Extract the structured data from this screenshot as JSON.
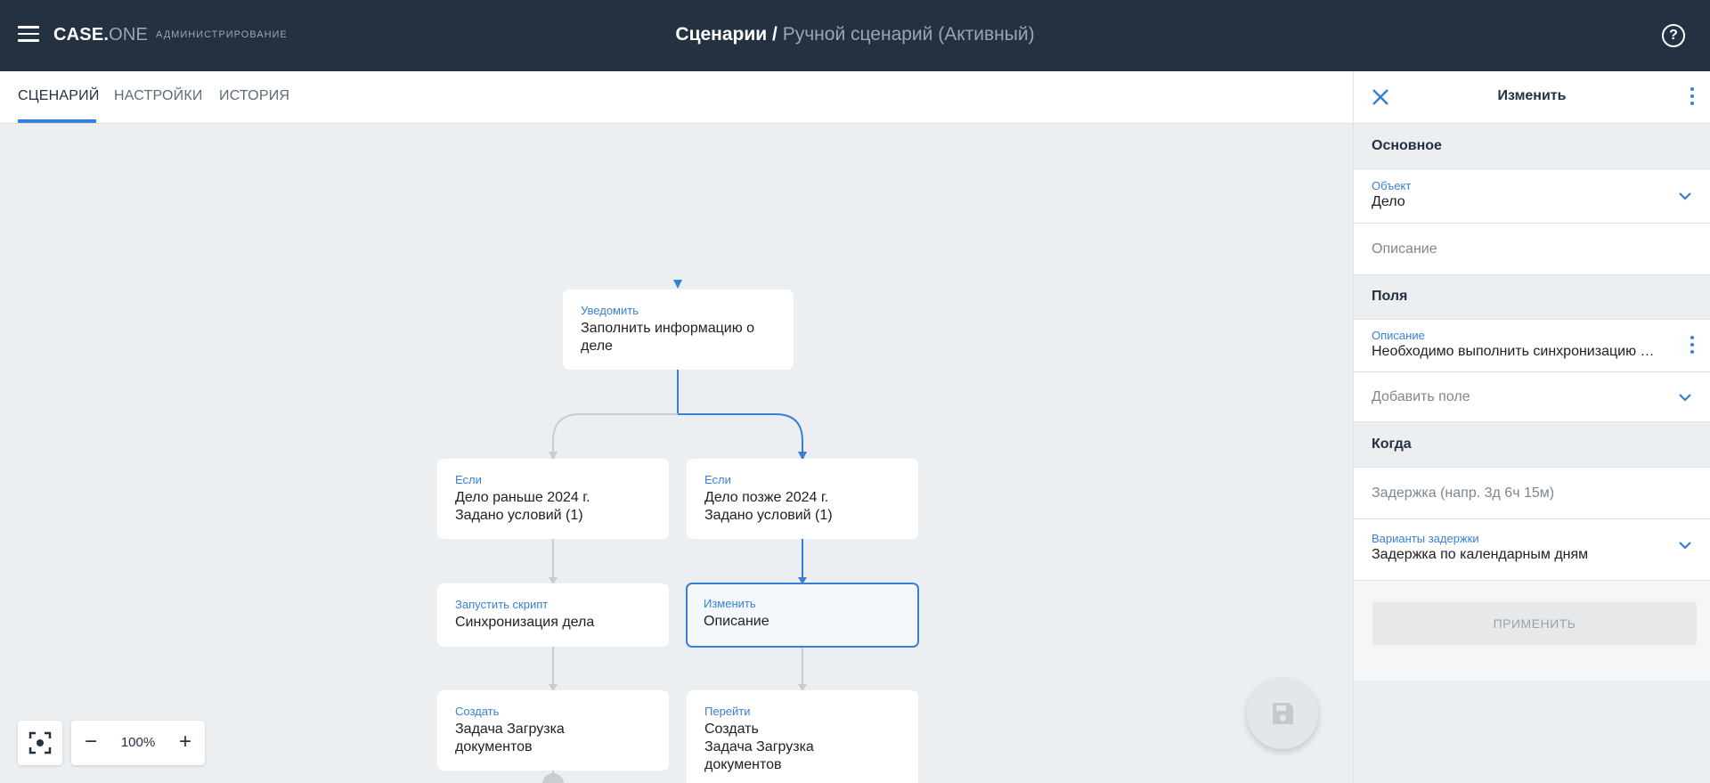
{
  "app": {
    "brand_a": "CASE.",
    "brand_b": "ONE",
    "section": "АДМИНИСТРИРОВАНИЕ"
  },
  "header": {
    "title": "Сценарии",
    "separator": "/",
    "subtitle": "Ручной сценарий (Активный)"
  },
  "tabs": [
    {
      "label": "СЦЕНАРИЙ",
      "active": true
    },
    {
      "label": "НАСТРОЙКИ",
      "active": false
    },
    {
      "label": "ИСТОРИЯ",
      "active": false
    }
  ],
  "nodes": {
    "notify": {
      "type": "Уведомить",
      "text": "Заполнить информацию о деле"
    },
    "if_left": {
      "type": "Если",
      "line1": "Дело раньше 2024 г.",
      "line2": "Задано условий (1)"
    },
    "if_right": {
      "type": "Если",
      "line1": "Дело позже 2024 г.",
      "line2": "Задано условий (1)"
    },
    "script": {
      "type": "Запустить скрипт",
      "text": "Синхронизация дела"
    },
    "change": {
      "type": "Изменить",
      "text": "Описание"
    },
    "create": {
      "type": "Создать",
      "text": "Задача Загрузка документов"
    },
    "goto": {
      "type": "Перейти",
      "line1": "Создать",
      "line2": "Задача Загрузка документов"
    }
  },
  "zoom": {
    "minus": "−",
    "value": "100%",
    "plus": "+"
  },
  "panel": {
    "title": "Изменить",
    "sections": {
      "main": "Основное",
      "fields": "Поля",
      "when": "Когда"
    },
    "object": {
      "label": "Объект",
      "value": "Дело"
    },
    "description_placeholder": "Описание",
    "field_description": {
      "label": "Описание",
      "value": "Необходимо выполнить синхронизацию дела"
    },
    "add_field": "Добавить поле",
    "delay_placeholder": "Задержка (напр. 3д 6ч 15м)",
    "delay_variants": {
      "label": "Варианты задержки",
      "value": "Задержка по календарным дням"
    },
    "apply": "ПРИМЕНИТЬ"
  },
  "colors": {
    "header_bg": "#233140",
    "accent": "#3a7fd5",
    "canvas_bg": "#eceff1",
    "connector_inactive": "#c7cdd2"
  }
}
